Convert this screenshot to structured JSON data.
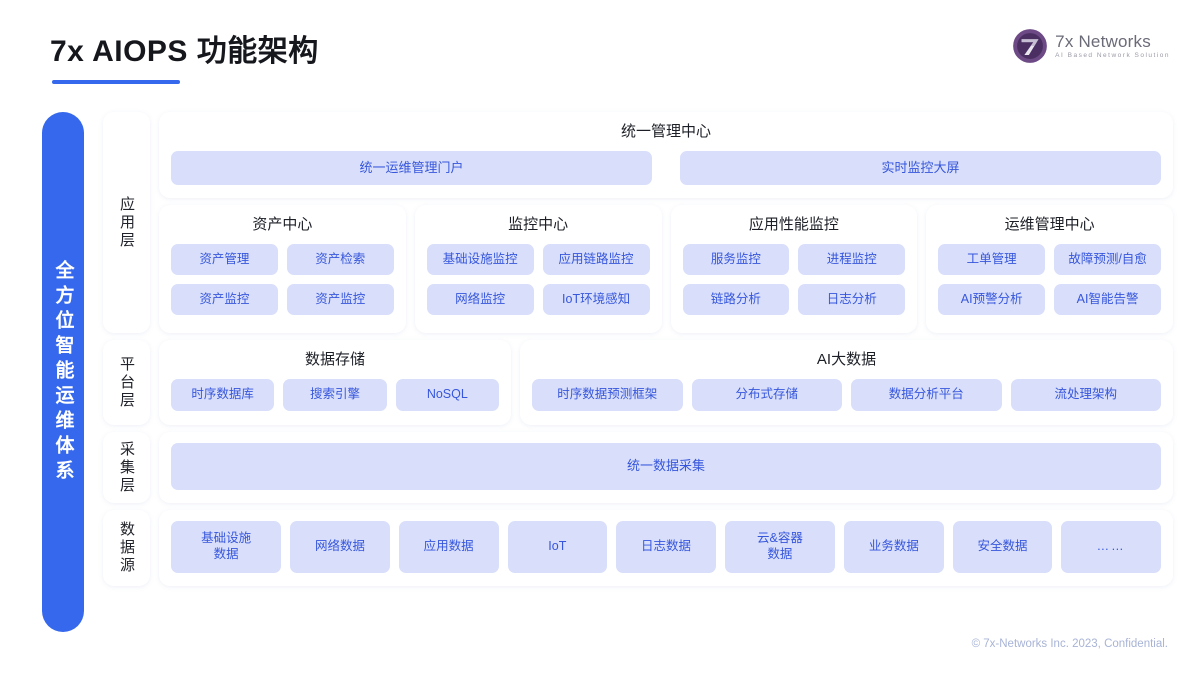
{
  "header": {
    "title": "7x AIOPS 功能架构",
    "logo": {
      "name": "7x Networks",
      "tagline": "AI Based Network Solution",
      "mark_icon": "7x-circle-logo-icon"
    }
  },
  "spine": {
    "label": "全方位智能运维体系"
  },
  "layers": [
    {
      "label": "应用层"
    },
    {
      "label": "平台层"
    },
    {
      "label": "采集层"
    },
    {
      "label": "数据源"
    }
  ],
  "application_layer": {
    "unified_center": {
      "title": "统一管理中心",
      "tiles": [
        "统一运维管理门户",
        "实时监控大屏"
      ]
    },
    "centers": [
      {
        "title": "资产中心",
        "tiles": [
          "资产管理",
          "资产检索",
          "资产监控",
          "资产监控"
        ]
      },
      {
        "title": "监控中心",
        "tiles": [
          "基础设施监控",
          "应用链路监控",
          "网络监控",
          "IoT环境感知"
        ]
      },
      {
        "title": "应用性能监控",
        "tiles": [
          "服务监控",
          "进程监控",
          "链路分析",
          "日志分析"
        ]
      },
      {
        "title": "运维管理中心",
        "tiles": [
          "工单管理",
          "故障预测/自愈",
          "AI预警分析",
          "AI智能告警"
        ]
      }
    ]
  },
  "platform_layer": {
    "storage": {
      "title": "数据存储",
      "tiles": [
        "时序数据库",
        "搜索引擎",
        "NoSQL"
      ]
    },
    "bigdata": {
      "title": "AI大数据",
      "tiles": [
        "时序数据预测框架",
        "分布式存储",
        "数据分析平台",
        "流处理架构"
      ]
    }
  },
  "collection_layer": {
    "tile": "统一数据采集"
  },
  "data_source_layer": {
    "tiles": [
      "基础设施\n数据",
      "网络数据",
      "应用数据",
      "IoT",
      "日志数据",
      "云&容器\n数据",
      "业务数据",
      "安全数据",
      "……"
    ]
  },
  "footer": {
    "copyright": "© 7x-Networks Inc. 2023, Confidential."
  },
  "colors": {
    "brand_blue": "#3568ec",
    "tile_bg": "#d9dffa",
    "tile_text": "#3656dc",
    "page_bg": "#ffffff",
    "footer_text": "#a8b4d6"
  }
}
